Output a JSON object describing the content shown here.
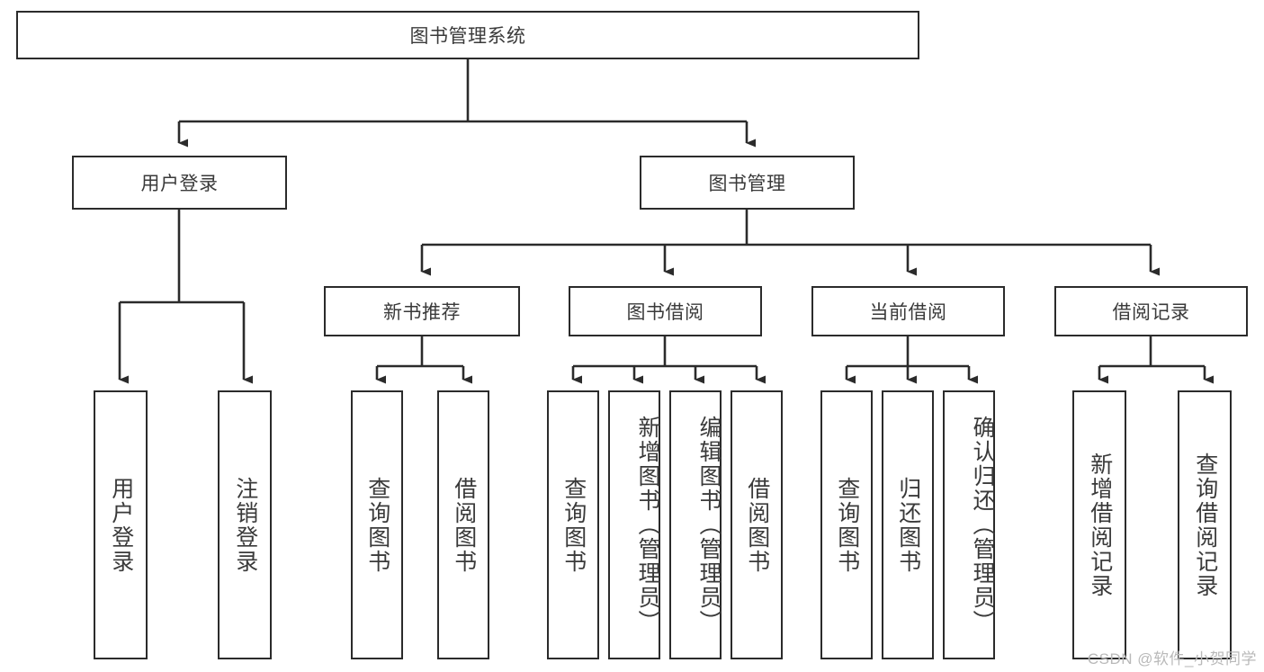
{
  "diagram": {
    "title_node": {
      "label": "图书管理系统"
    },
    "level2": [
      {
        "label": "用户登录"
      },
      {
        "label": "图书管理"
      }
    ],
    "level3": [
      {
        "label": "新书推荐"
      },
      {
        "label": "图书借阅"
      },
      {
        "label": "当前借阅"
      },
      {
        "label": "借阅记录"
      }
    ],
    "leaves": {
      "user_login": [
        {
          "label": "用户登录"
        },
        {
          "label": "注销登录"
        }
      ],
      "new_book_recommend": [
        {
          "label": "查询图书"
        },
        {
          "label": "借阅图书"
        }
      ],
      "book_borrow": [
        {
          "label": "查询图书"
        },
        {
          "label": "新增图书（管理员）"
        },
        {
          "label": "编辑图书（管理员）"
        },
        {
          "label": "借阅图书"
        }
      ],
      "current_borrow": [
        {
          "label": "查询图书"
        },
        {
          "label": "归还图书"
        },
        {
          "label": "确认归还（管理员）"
        }
      ],
      "borrow_record": [
        {
          "label": "新增借阅记录"
        },
        {
          "label": "查询借阅记录"
        }
      ]
    }
  },
  "watermark": {
    "text": "CSDN @软件_小贺同学"
  },
  "colors": {
    "line": "#2b2b2b",
    "text": "#3a3a3a",
    "background": "#ffffff",
    "watermark": "#b9b9b9"
  }
}
